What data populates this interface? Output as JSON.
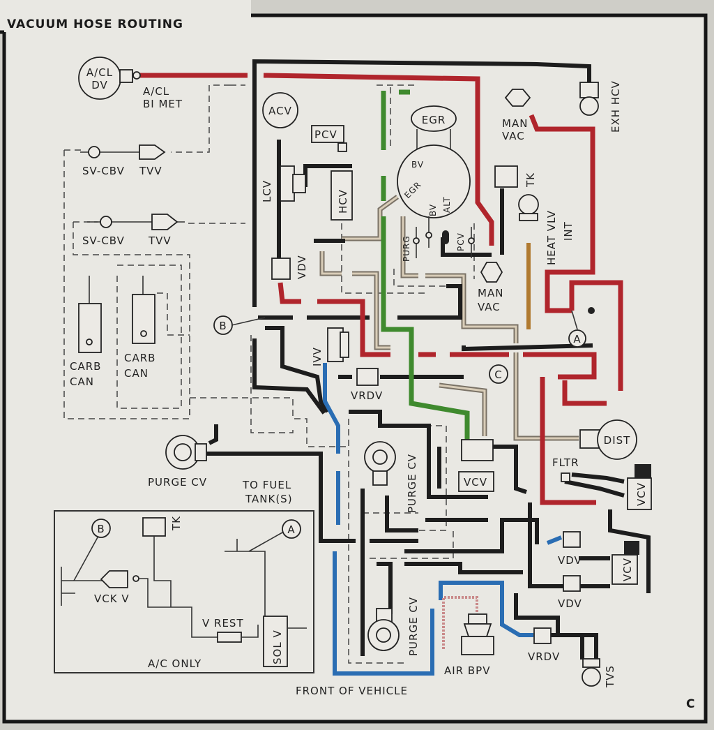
{
  "title": "VACUUM HOSE ROUTING",
  "corner_code": "C",
  "colors": {
    "red": "#b0252c",
    "black": "#1d1d1d",
    "green": "#3f8a2e",
    "blue": "#2a6db3",
    "tan": "#7a7266",
    "orange": "#b07a30",
    "paper": "#e9e8e3"
  },
  "components": {
    "acl_dv": [
      "A/CL",
      "DV"
    ],
    "acl_bimet": [
      "A/CL",
      "BI MET"
    ],
    "sv_cbv_1": "SV-CBV",
    "tvv_1": "TVV",
    "sv_cbv_2": "SV-CBV",
    "tvv_2": "TVV",
    "carb_can_1": [
      "CARB",
      "CAN"
    ],
    "carb_can_2": [
      "CARB",
      "CAN"
    ],
    "acv": "ACV",
    "pcv": "PCV",
    "hcv": "HCV",
    "lcv": "LCV",
    "vdv_top": "VDV",
    "egr": "EGR",
    "egr_bv": "BV",
    "egr_port": "EGR",
    "egr_bv2": "BV",
    "egr_alt": "ALT",
    "purg": "PURG",
    "pcv_port": "PCV",
    "man_vac_1": [
      "MAN",
      "VAC"
    ],
    "man_vac_2": [
      "MAN",
      "VAC"
    ],
    "tk": "TK",
    "heat_vlv_int": [
      "HEAT VLV",
      "INT"
    ],
    "exh_hcv": "EXH HCV",
    "marker_a": "A",
    "marker_b": "B",
    "marker_c": "C",
    "ivv": "IVV",
    "vrdv_1": "VRDV",
    "dist": "DIST",
    "fltr": "FLTR",
    "vcv_1": "VCV",
    "vcv_2": "VCV",
    "vcv_3": "VCV",
    "vdv_1": "VDV",
    "vdv_2": "VDV",
    "purge_cv_left": "PURGE CV",
    "purge_cv_mid": "PURGE CV",
    "purge_cv_bottom": "PURGE CV",
    "to_fuel_tank": [
      "TO FUEL",
      "TANK(S)"
    ],
    "air_bpv": "AIR BPV",
    "vrdv_2": "VRDV",
    "tvs": "TVS",
    "front_of_vehicle": "FRONT OF VEHICLE"
  },
  "inset": {
    "title": "A/C ONLY",
    "marker_b": "B",
    "marker_a": "A",
    "tk": "TK",
    "vckv": "VCK V",
    "v_rest": "V REST",
    "sol_v": "SOL V"
  }
}
